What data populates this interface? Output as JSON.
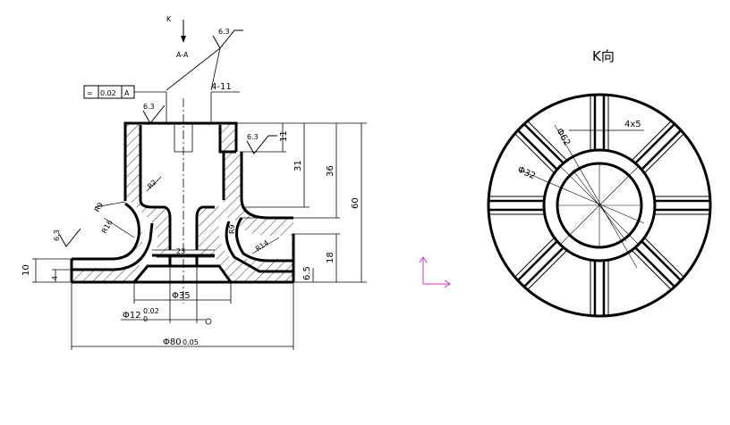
{
  "drawing": {
    "section_title": "A-A",
    "view_arrow_letter": "K",
    "k_view_title": "K向",
    "colors": {
      "line": "#000000",
      "ucs_icon": "#cc33cc"
    },
    "roughness": {
      "r_top": "6.3",
      "r_left": "6.3",
      "r_right": "6.3",
      "r_side": "6.3"
    },
    "tolerance_frame": {
      "symbol": "=",
      "value": "0.02",
      "datum": "A"
    },
    "labels": {
      "leader_4_11": "4-11",
      "d11": "11",
      "d31": "31",
      "d36": "36",
      "d60": "60",
      "d18": "18",
      "d6_5": "6.5",
      "d10": "10",
      "d4": "4",
      "d23": "23",
      "phi35": "Φ35",
      "phi12": "Φ12",
      "phi12_tol": "0.02",
      "phi12_tol_lower": "0",
      "phi80": "Φ80",
      "phi80_tol": "0.05",
      "r2": "R2",
      "r9_top": "R9",
      "r16": "R16",
      "r9_mid": "R9",
      "r14": "R14",
      "k_phi62": "Φ62",
      "k_phi32": "Φ32",
      "k_4x5": "4x5"
    }
  }
}
